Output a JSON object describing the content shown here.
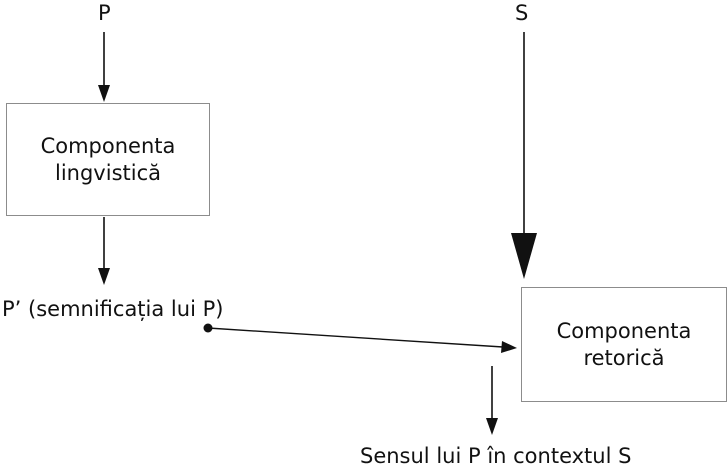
{
  "labels": {
    "p": "P",
    "s": "S",
    "p_prime": "P’ (semnificația lui P)",
    "result": "Sensul lui P în contextul S"
  },
  "boxes": {
    "linguistic": {
      "line1": "Componenta",
      "line2": "lingvistică"
    },
    "rhetoric": {
      "line1": "Componenta",
      "line2": "retorică"
    }
  },
  "colors": {
    "stroke": "#111111",
    "box_border": "#8c8c8c"
  }
}
